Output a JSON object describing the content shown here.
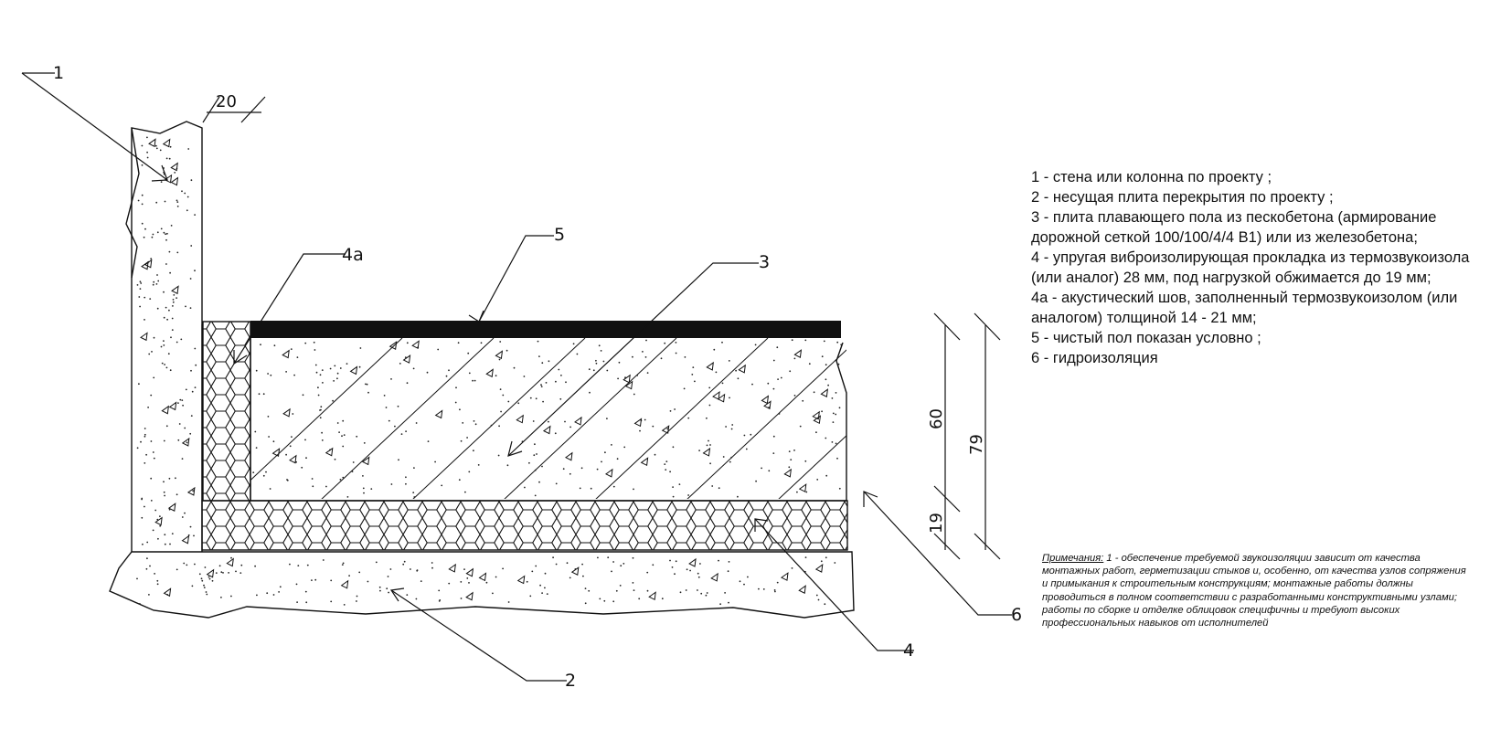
{
  "callouts": {
    "c1": "1",
    "c2": "2",
    "c3": "3",
    "c4": "4",
    "c4a": "4a",
    "c5": "5",
    "c6": "6"
  },
  "dimensions": {
    "wall_thickness": "20",
    "slab_height": "60",
    "layer_height": "19",
    "total_height": "79"
  },
  "legend": [
    "1 - стена или колонна по проекту ;",
    "2 - несущая плита перекрытия по проекту ;",
    "3 - плита плавающего пола из пескобетона (армирование дорожной сеткой  100/100/4/4 В1) или из железобетона;",
    "4 - упругая виброизолирующая прокладка из термозвукоизола  (или аналог) 28 мм, под нагрузкой обжимается до 19 мм;",
    "4а - акустический шов, заполненный термозвукоизолом (или аналогом) толщиной 14 - 21 мм;",
    "5 - чистый пол показан условно ;",
    "6 - гидроизоляция"
  ],
  "notes": {
    "title": "Примечания:",
    "text": " 1 - обеспечение требуемой звукоизоляции зависит от качества монтажных работ, герметизации стыков и, особенно, от качества узлов сопряжения и примыкания к строительным конструкциям; монтажные работы должны проводиться в полном соответствии с разработанными конструктивными узлами; работы по сборке и отделке облицовок специфичны и требуют высоких профессиональных навыков от исполнителей"
  }
}
